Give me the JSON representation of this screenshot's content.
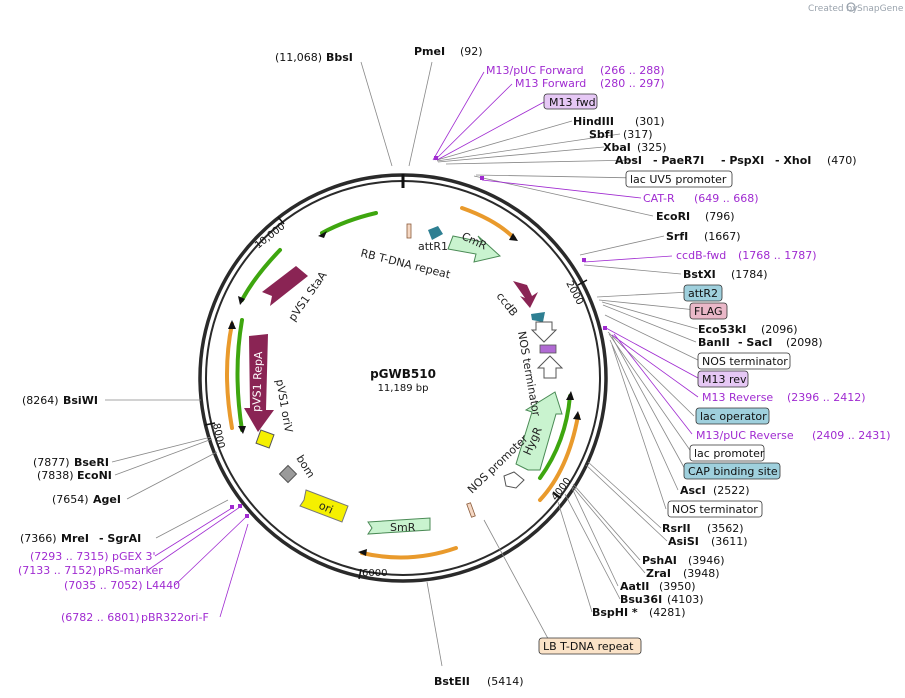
{
  "plasmid": {
    "name": "pGWB510",
    "size": "11,189 bp"
  },
  "credit": {
    "prefix": "Created by",
    "brand": "SnapGene"
  },
  "ticks": [
    "2000",
    "4000",
    "6000",
    "8000",
    "10,000"
  ],
  "colors": {
    "backbone": "#2a2a2a",
    "primer": "#a02bd1",
    "orange": "#e99a2c",
    "green": "#3ea60f",
    "maroon": "#8a2454",
    "teal": "#2e7f92",
    "mint": "#c9f3cf",
    "yellow": "#f5f000",
    "gray": "#9a9a9a"
  },
  "sites": {
    "bbsi": "BbsI",
    "bbsi_pos": "(11,068)",
    "pmei": "PmeI",
    "pmei_pos": "(92)",
    "m13puc_fwd": "M13/pUC Forward",
    "m13puc_fwd_pos": "(266 .. 288)",
    "m13_fwd": "M13 Forward",
    "m13_fwd_pos": "(280 .. 297)",
    "hindiii": "HindIII",
    "hindiii_pos": "(301)",
    "sbfi": "SbfI",
    "sbfi_pos": "(317)",
    "xbai": "XbaI",
    "xbai_pos": "(325)",
    "absi": "AbsI",
    "paer7i": "- PaeR7I",
    "pspxi": "- PspXI",
    "xhoi": "- XhoI",
    "absi_pos": "(470)",
    "cat_r": "CAT-R",
    "cat_r_pos": "(649 .. 668)",
    "ecori": "EcoRI",
    "ecori_pos": "(796)",
    "srfi": "SrfI",
    "srfi_pos": "(1667)",
    "ccdb_fwd": "ccdB-fwd",
    "ccdb_fwd_pos": "(1768 .. 1787)",
    "bstxi": "BstXI",
    "bstxi_pos": "(1784)",
    "eco53ki": "Eco53kI",
    "eco53ki_pos": "(2096)",
    "banii": "BanII",
    "saci": "- SacI",
    "banii_pos": "(2098)",
    "m13_rev_primer": "M13 Reverse",
    "m13_rev_primer_pos": "(2396 .. 2412)",
    "m13puc_rev": "M13/pUC Reverse",
    "m13puc_rev_pos": "(2409 .. 2431)",
    "asci": "AscI",
    "asci_pos": "(2522)",
    "rsrii": "RsrII",
    "rsrii_pos": "(3562)",
    "asisi": "AsiSI",
    "asisi_pos": "(3611)",
    "pshai": "PshAI",
    "pshai_pos": "(3946)",
    "zrai": "ZraI",
    "zrai_pos": "(3948)",
    "aatii": "AatII",
    "aatii_pos": "(3950)",
    "bsu36i": "Bsu36I",
    "bsu36i_pos": "(4103)",
    "bsphi": "BspHI *",
    "bsphi_pos": "(4281)",
    "bsteii": "BstEII",
    "bsteii_pos": "(5414)",
    "bsiwi": "BsiWI",
    "bsiwi_pos": "(8264)",
    "bseri": "BseRI",
    "bseri_pos": "(7877)",
    "econi": "EcoNI",
    "econi_pos": "(7838)",
    "agei": "AgeI",
    "agei_pos": "(7654)",
    "mrei": "MreI",
    "sgrai": "- SgrAI",
    "mrei_pos": "(7366)",
    "pgex3_pos": "(7293 .. 7315)",
    "pgex3": "pGEX 3'",
    "prs_pos": "(7133 .. 7152)",
    "prs": "pRS-marker",
    "l4440_pos": "(7035 .. 7052)",
    "l4440": "L4440",
    "pbr_pos": "(6782 .. 6801)",
    "pbr": "pBR322ori-F"
  },
  "boxes": {
    "m13_fwd": "M13 fwd",
    "lac_uv5": "lac UV5 promoter",
    "attr2": "attR2",
    "flag": "FLAG",
    "nos_term_1": "NOS terminator",
    "m13_rev": "M13 rev",
    "lac_operator": "lac operator",
    "lac_promoter": "lac promoter",
    "cap_site": "CAP binding site",
    "nos_term_2": "NOS terminator",
    "lb_repeat": "LB T-DNA repeat"
  },
  "features": {
    "rb_repeat": "RB T-DNA repeat",
    "attr1": "attR1",
    "cmr": "CmR",
    "ccdb": "ccdB",
    "nos_terminator": "NOS terminator",
    "hygr": "HygR",
    "nos_promoter": "NOS promoter",
    "smr": "SmR",
    "ori": "ori",
    "bom": "bom",
    "pvs1_oriv": "pVS1 oriV",
    "pvs1_repa": "pVS1 RepA",
    "pvs1_staa": "pVS1 StaA"
  }
}
